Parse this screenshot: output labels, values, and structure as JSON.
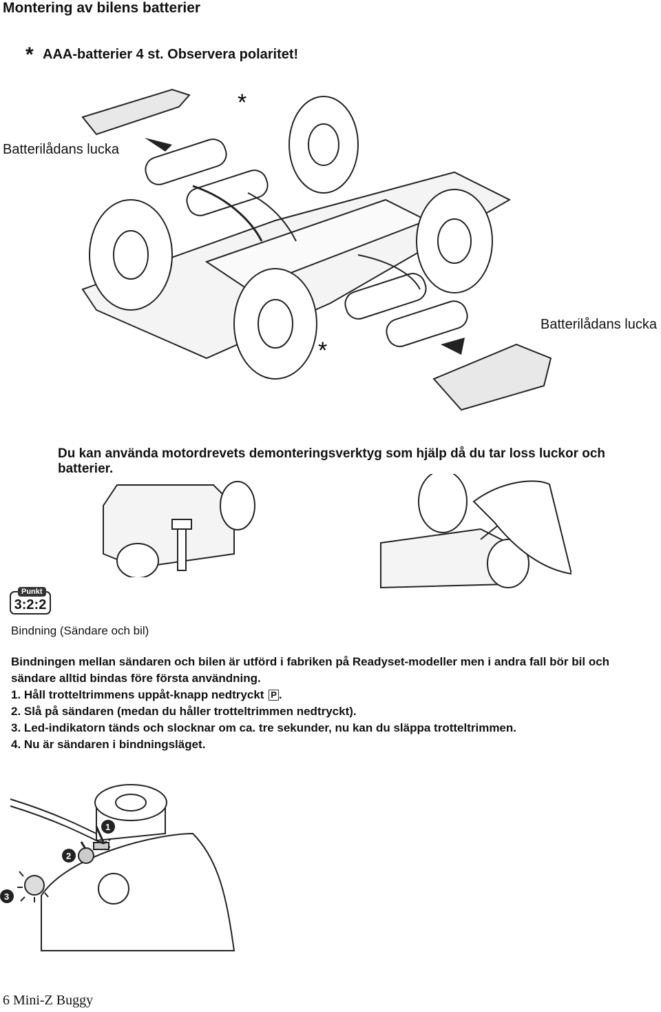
{
  "title": "Montering av bilens batterier",
  "battery_note": {
    "symbol": "*",
    "text": "AAA-batterier 4 st. Observera polaritet!"
  },
  "labels": {
    "lid_top": "Batterilådans lucka",
    "lid_bottom": "Batterilådans lucka",
    "star": "*"
  },
  "tip": "Du kan använda motordrevets demonteringsverktyg som hjälp då du tar loss luckor och batterier.",
  "punkt": {
    "label": "Punkt",
    "value": "3:2:2"
  },
  "section_heading": "Bindning  (Sändare och bil)",
  "paragraph": "Bindningen mellan sändaren och bilen är utförd i fabriken på Readyset-modeller men i andra fall bör bil och sändare alltid bindas före första användning.",
  "steps": [
    "1. Håll trotteltrimmens uppåt-knapp nedtryckt",
    "2. Slå på sändaren (medan du håller trotteltrimmen nedtryckt).",
    "3. Led-indikatorn tänds och slocknar om ca. tre sekunder, nu kan du släppa trotteltrimmen.",
    "4. Nu är sändaren i bindningsläget."
  ],
  "step1_icon": "P",
  "step1_end": ".",
  "callouts": [
    "1",
    "2",
    "3"
  ],
  "footer": "6 Mini-Z Buggy"
}
